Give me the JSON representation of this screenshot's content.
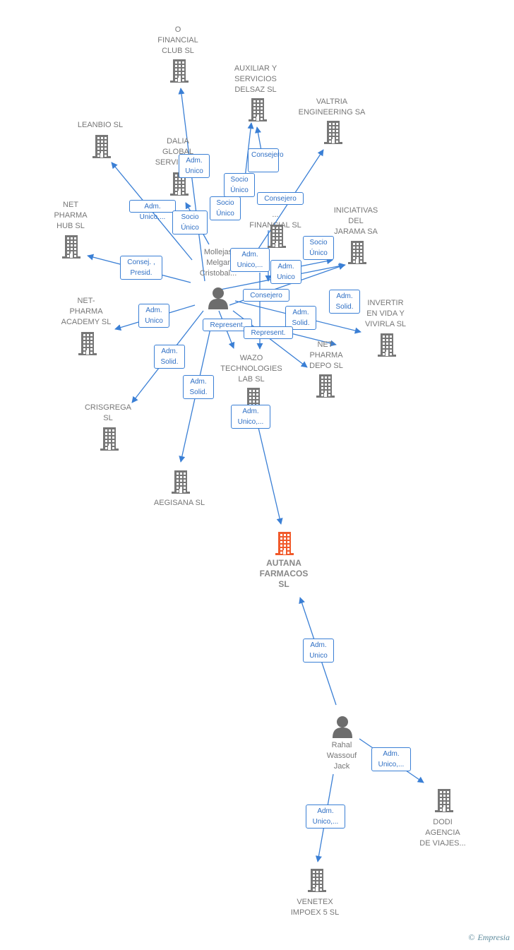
{
  "colors": {
    "edge": "#3a7fd5",
    "building": "#777777",
    "focus": "#f15a2b",
    "person": "#6d6d6d"
  },
  "center": {
    "name": "AUTANA\nFARMACOS\nSL"
  },
  "people": [
    {
      "name": "Mollejas\nMelgar\nCristobal..."
    },
    {
      "name": "Rahal\nWassouf\nJack"
    }
  ],
  "companies": [
    {
      "name": "O\nFINANCIAL\nCLUB  SL"
    },
    {
      "name": "AUXILIAR Y\nSERVICIOS\nDELSAZ SL"
    },
    {
      "name": "VALTRIA\nENGINEERING SA"
    },
    {
      "name": "LEANBIO  SL"
    },
    {
      "name": "DALIA\nGLOBAL\nSERVICES..."
    },
    {
      "name": "...\nFINANCIAL  SL"
    },
    {
      "name": "NET\nPHARMA\nHUB  SL"
    },
    {
      "name": "INICIATIVAS\nDEL\nJARAMA SA"
    },
    {
      "name": "NET-\nPHARMA\nACADEMY  SL"
    },
    {
      "name": "INVERTIR\nEN VIDA Y\nVIVIRLA  SL"
    },
    {
      "name": "NET-\nPHARMA\nDEPO  SL"
    },
    {
      "name": "WAZO\nTECHNOLOGIES\nLAB  SL"
    },
    {
      "name": "CRISGREGA\nSL"
    },
    {
      "name": "AEGISANA  SL"
    },
    {
      "name": "DODI\nAGENCIA\nDE VIAJES..."
    },
    {
      "name": "VENETEX\nIMPOEX 5  SL"
    }
  ],
  "relations": [
    {
      "label": "Adm.\nUnico"
    },
    {
      "label": "Socio\nÚnico"
    },
    {
      "label": "Consejero"
    },
    {
      "label": "Consejero"
    },
    {
      "label": "Adm.\nUnico,..."
    },
    {
      "label": "Socio\nÚnico"
    },
    {
      "label": "Socio\nÚnico"
    },
    {
      "label": "Consej. ,\nPresid."
    },
    {
      "label": "Adm.\nUnico,..."
    },
    {
      "label": "Adm.\nUnico"
    },
    {
      "label": "Socio\nÚnico"
    },
    {
      "label": "Consejero"
    },
    {
      "label": "Adm.\nSolid."
    },
    {
      "label": "Adm.\nUnico"
    },
    {
      "label": "Adm.\nSolid."
    },
    {
      "label": "Represent."
    },
    {
      "label": "Represent."
    },
    {
      "label": "Adm.\nSolid."
    },
    {
      "label": "Adm.\nSolid."
    },
    {
      "label": "Adm.\nUnico,..."
    },
    {
      "label": "Adm.\nUnico"
    },
    {
      "label": "Adm.\nUnico,..."
    },
    {
      "label": "Adm.\nUnico,..."
    }
  ],
  "footer": {
    "copyright": "©",
    "brand": "Empresia"
  }
}
